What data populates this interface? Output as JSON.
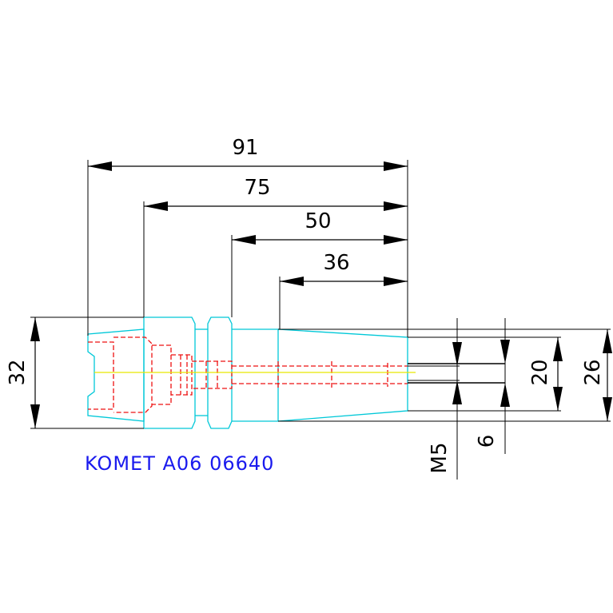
{
  "drawing": {
    "part_label": "KOMET A06 06640",
    "dimensions": {
      "overall_length": "91",
      "length_75": "75",
      "length_50": "50",
      "length_36": "36",
      "shank_diameter": "32",
      "tip_diameter_20": "20",
      "tip_diameter_26": "26",
      "thread": "M5",
      "bore_6": "6"
    },
    "colors": {
      "outline": "#00c8d8",
      "hidden_lines": "#ee1111",
      "center_axis": "#e8e800",
      "dimension_lines": "#000000",
      "label": "#1a1aee"
    }
  }
}
